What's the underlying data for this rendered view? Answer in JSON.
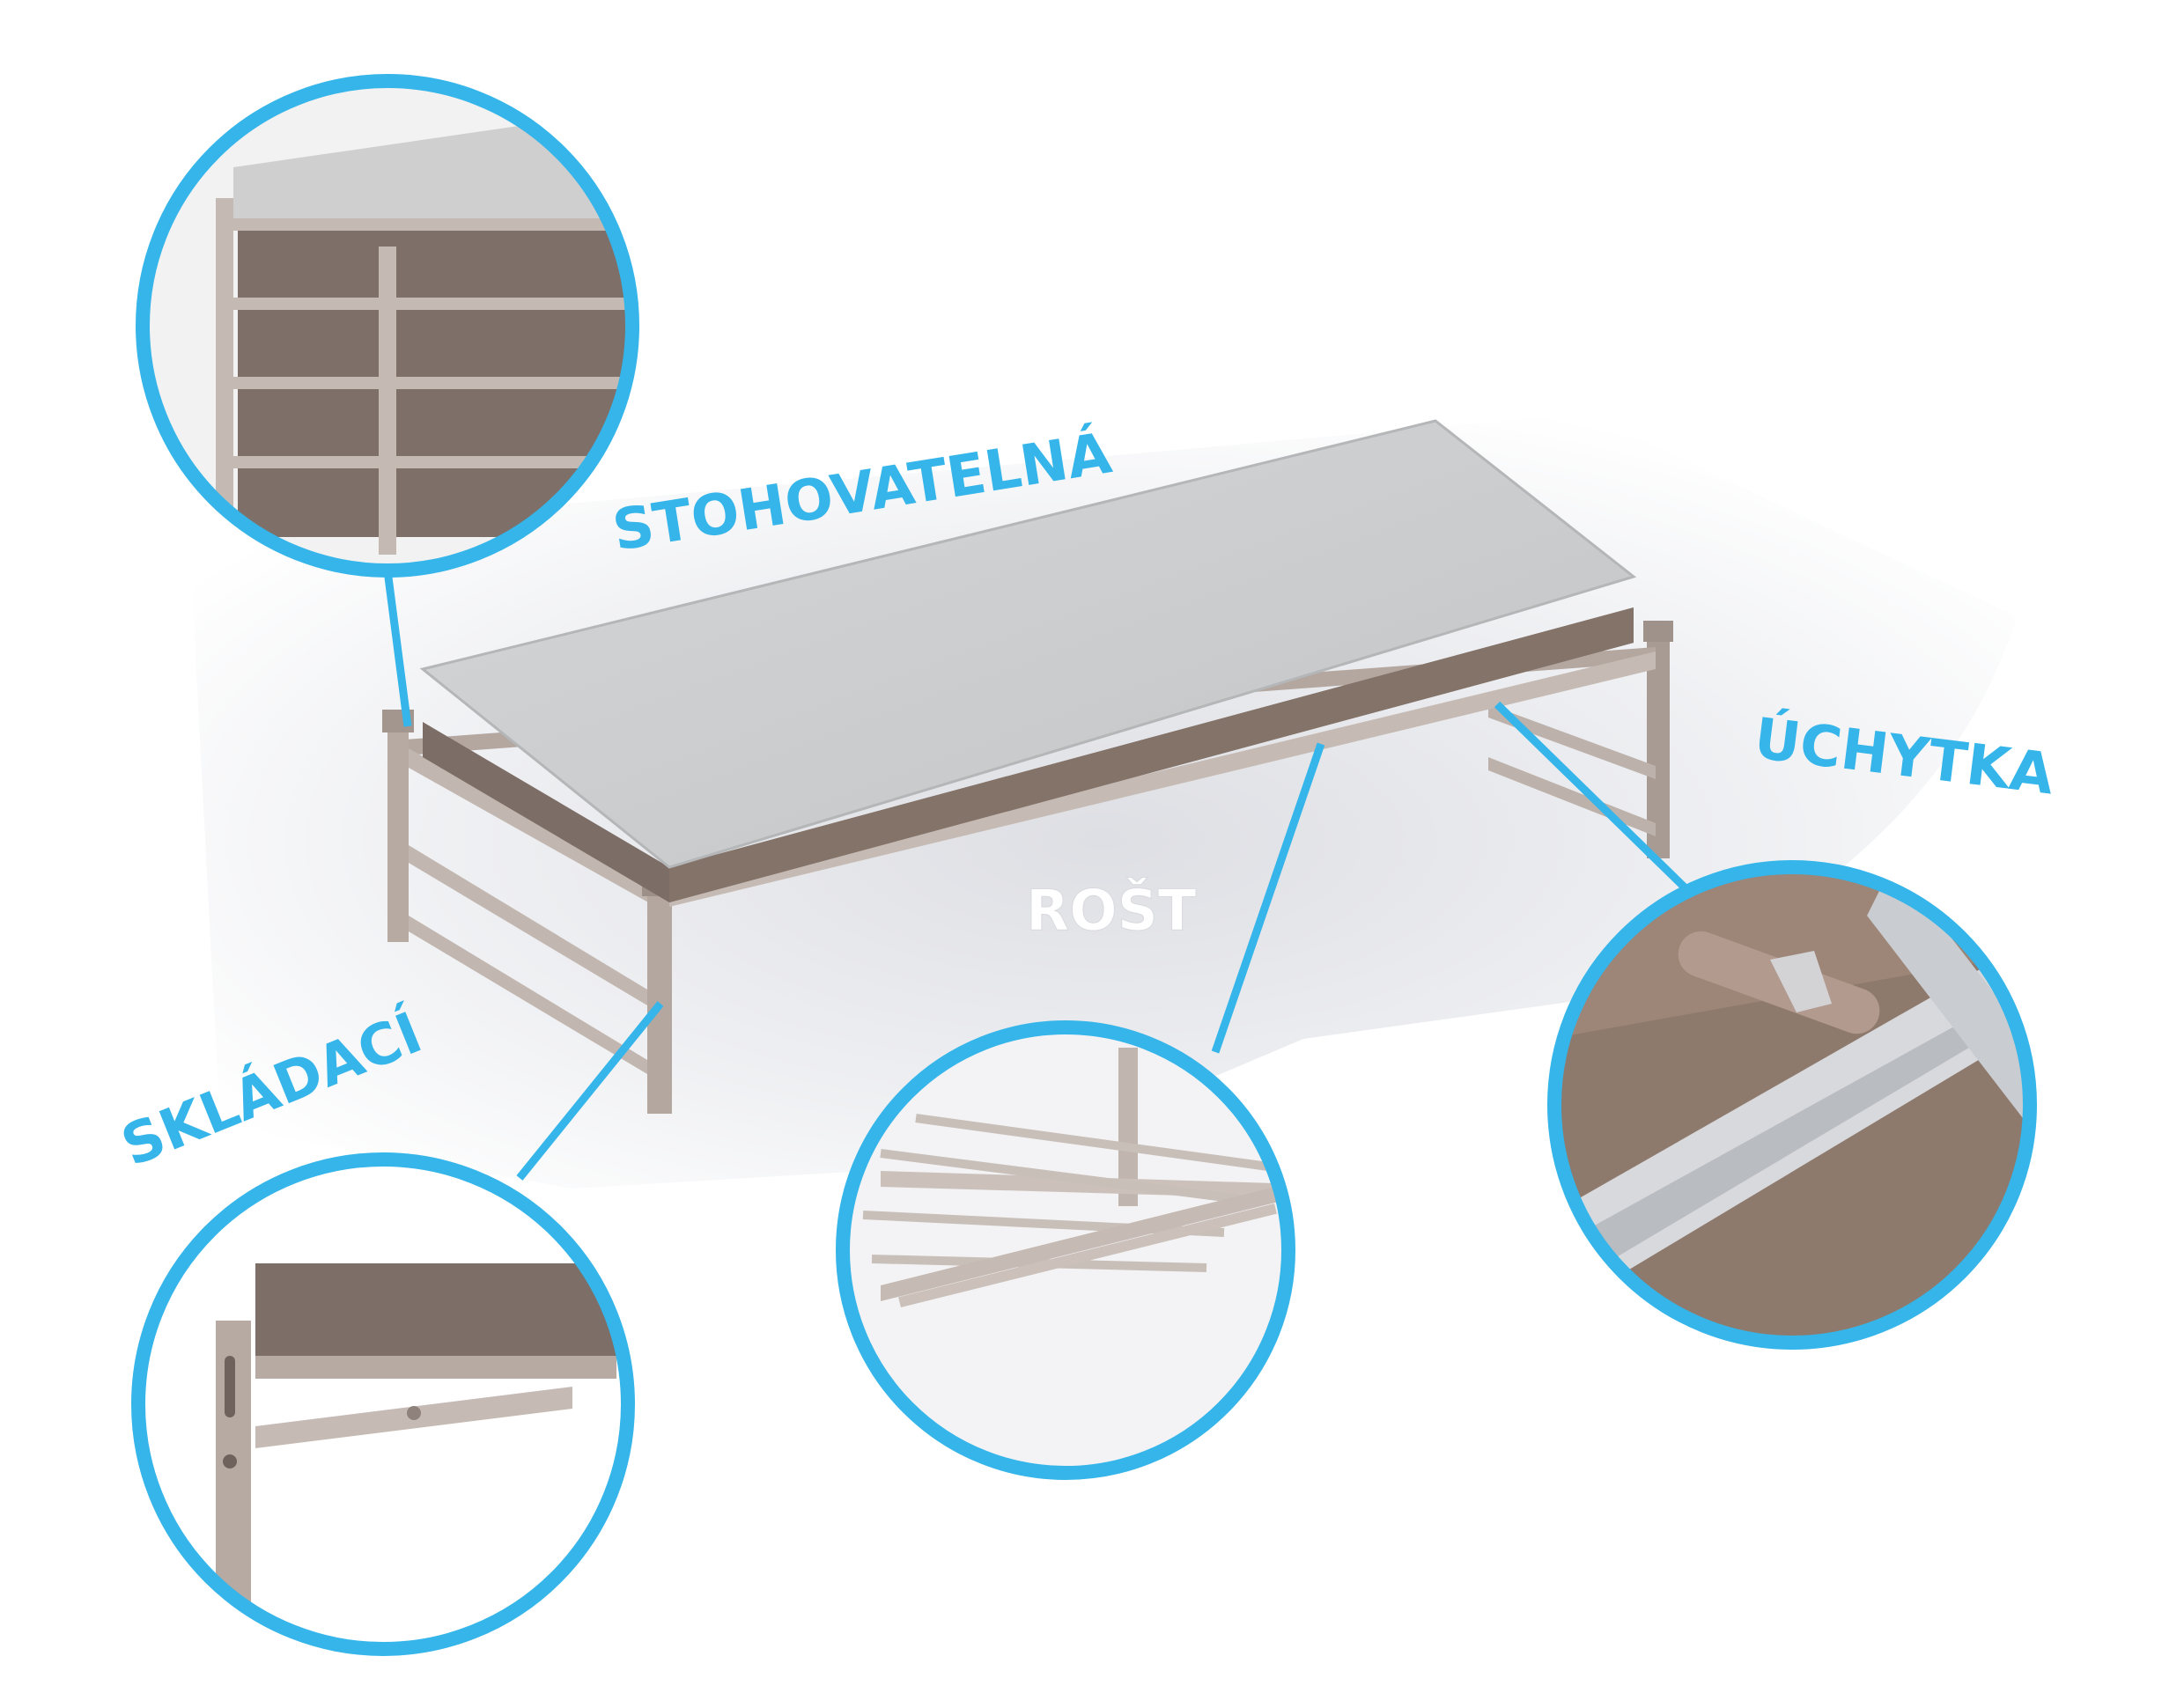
{
  "labels": {
    "stackable": "STOHOVATELNÁ",
    "handle": "ÚCHYTKA",
    "slats": "ROŠT",
    "folding": "SKLÁDACÍ"
  },
  "colors": {
    "accent": "#35B5E9",
    "label_white": "#FFFFFF",
    "frame": "#B9ADA6",
    "frame_dark": "#8E7F77",
    "mattress_top": "#C9CBCC",
    "mattress_side": "#7C6D66",
    "background": "#FFFFFF"
  }
}
